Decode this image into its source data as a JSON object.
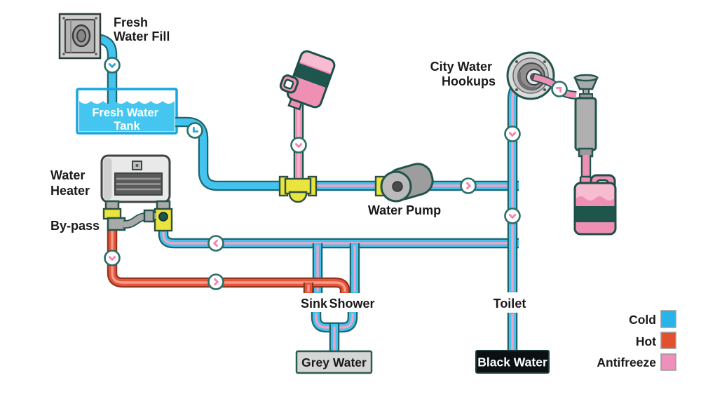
{
  "diagram": {
    "type": "rv-water-system-diagram",
    "labels": {
      "fresh_water_fill_line1": "Fresh",
      "fresh_water_fill_line2": "Water Fill",
      "fresh_water_tank_line1": "Fresh Water",
      "fresh_water_tank_line2": "Tank",
      "water_heater_line1": "Water",
      "water_heater_line2": "Heater",
      "bypass": "By-pass",
      "water_pump": "Water Pump",
      "city_water_line1": "City Water",
      "city_water_line2": "Hookups",
      "sink": "Sink",
      "shower": "Shower",
      "toilet": "Toilet",
      "grey_water": "Grey Water",
      "black_water": "Black Water"
    },
    "legend": {
      "items": [
        {
          "label": "Cold",
          "color": "#29b3e8"
        },
        {
          "label": "Hot",
          "color": "#e2512e"
        },
        {
          "label": "Antifreeze",
          "color": "#ef8fbb"
        }
      ]
    }
  }
}
